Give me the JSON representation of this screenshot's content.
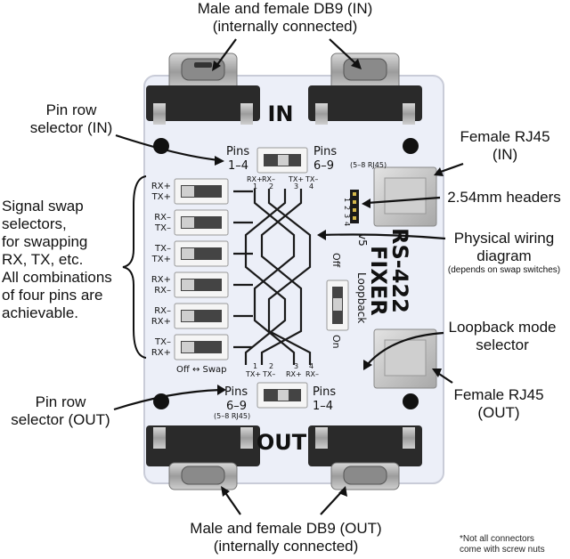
{
  "callouts": {
    "top_db9": [
      "Male and female DB9 (IN)",
      "(internally connected)"
    ],
    "pin_row_in": [
      "Pin row",
      "selector (IN)"
    ],
    "female_rj45_in": [
      "Female RJ45",
      "(IN)"
    ],
    "headers": "2.54mm headers",
    "signal_swap": [
      "Signal swap",
      "selectors,",
      "for swapping",
      "RX, TX, etc.",
      "All combinations",
      "of four pins are",
      "achievable."
    ],
    "wiring": [
      "Physical wiring",
      "diagram"
    ],
    "wiring_note": "(depends on swap switches)",
    "loopback": [
      "Loopback mode",
      "selector"
    ],
    "female_rj45_out": [
      "Female RJ45",
      "(OUT)"
    ],
    "pin_row_out": [
      "Pin row",
      "selector (OUT)"
    ],
    "bottom_db9": [
      "Male and female DB9 (OUT)",
      "(internally connected)"
    ],
    "footnote": [
      "*Not all connectors",
      "come with screw nuts"
    ]
  },
  "board": {
    "in_label": "IN",
    "out_label": "OUT",
    "title_line1": "RS-422",
    "title_line2": "FIXER",
    "version": "v5",
    "top_pins_left": [
      "Pins",
      "1–4"
    ],
    "top_pins_right": [
      "Pins",
      "6–9"
    ],
    "top_rj45_note": "(5–8 RJ45)",
    "bottom_pins_left": [
      "Pins",
      "6–9"
    ],
    "bottom_pins_right": [
      "Pins",
      "1–4"
    ],
    "bottom_rj45_note": "(5–8 RJ45)",
    "top_signals": [
      "RX+",
      "RX–",
      "TX+",
      "TX–"
    ],
    "top_numbers": [
      "1",
      "2",
      "3",
      "4"
    ],
    "bottom_signals": [
      "TX+",
      "TX–",
      "RX+",
      "RX–"
    ],
    "bottom_numbers": [
      "1",
      "2",
      "3",
      "4"
    ],
    "header_numbers": [
      "1",
      "2",
      "3",
      "4"
    ],
    "switch_labels": [
      [
        "RX+",
        "TX+"
      ],
      [
        "RX–",
        "TX–"
      ],
      [
        "TX–",
        "TX+"
      ],
      [
        "RX+",
        "RX–"
      ],
      [
        "RX–",
        "RX+"
      ],
      [
        "TX–",
        "RX+"
      ]
    ],
    "swap_legend": "Off ↔ Swap",
    "loopback_label": "Loopback",
    "loopback_off": "Off",
    "loopback_on": "On"
  },
  "colors": {
    "board": "#eceff8",
    "board_edge": "#c9ccd8",
    "trace": "#1a1a1a",
    "connector_dark": "#2a2a2a",
    "metal": "#b9b9b9"
  }
}
